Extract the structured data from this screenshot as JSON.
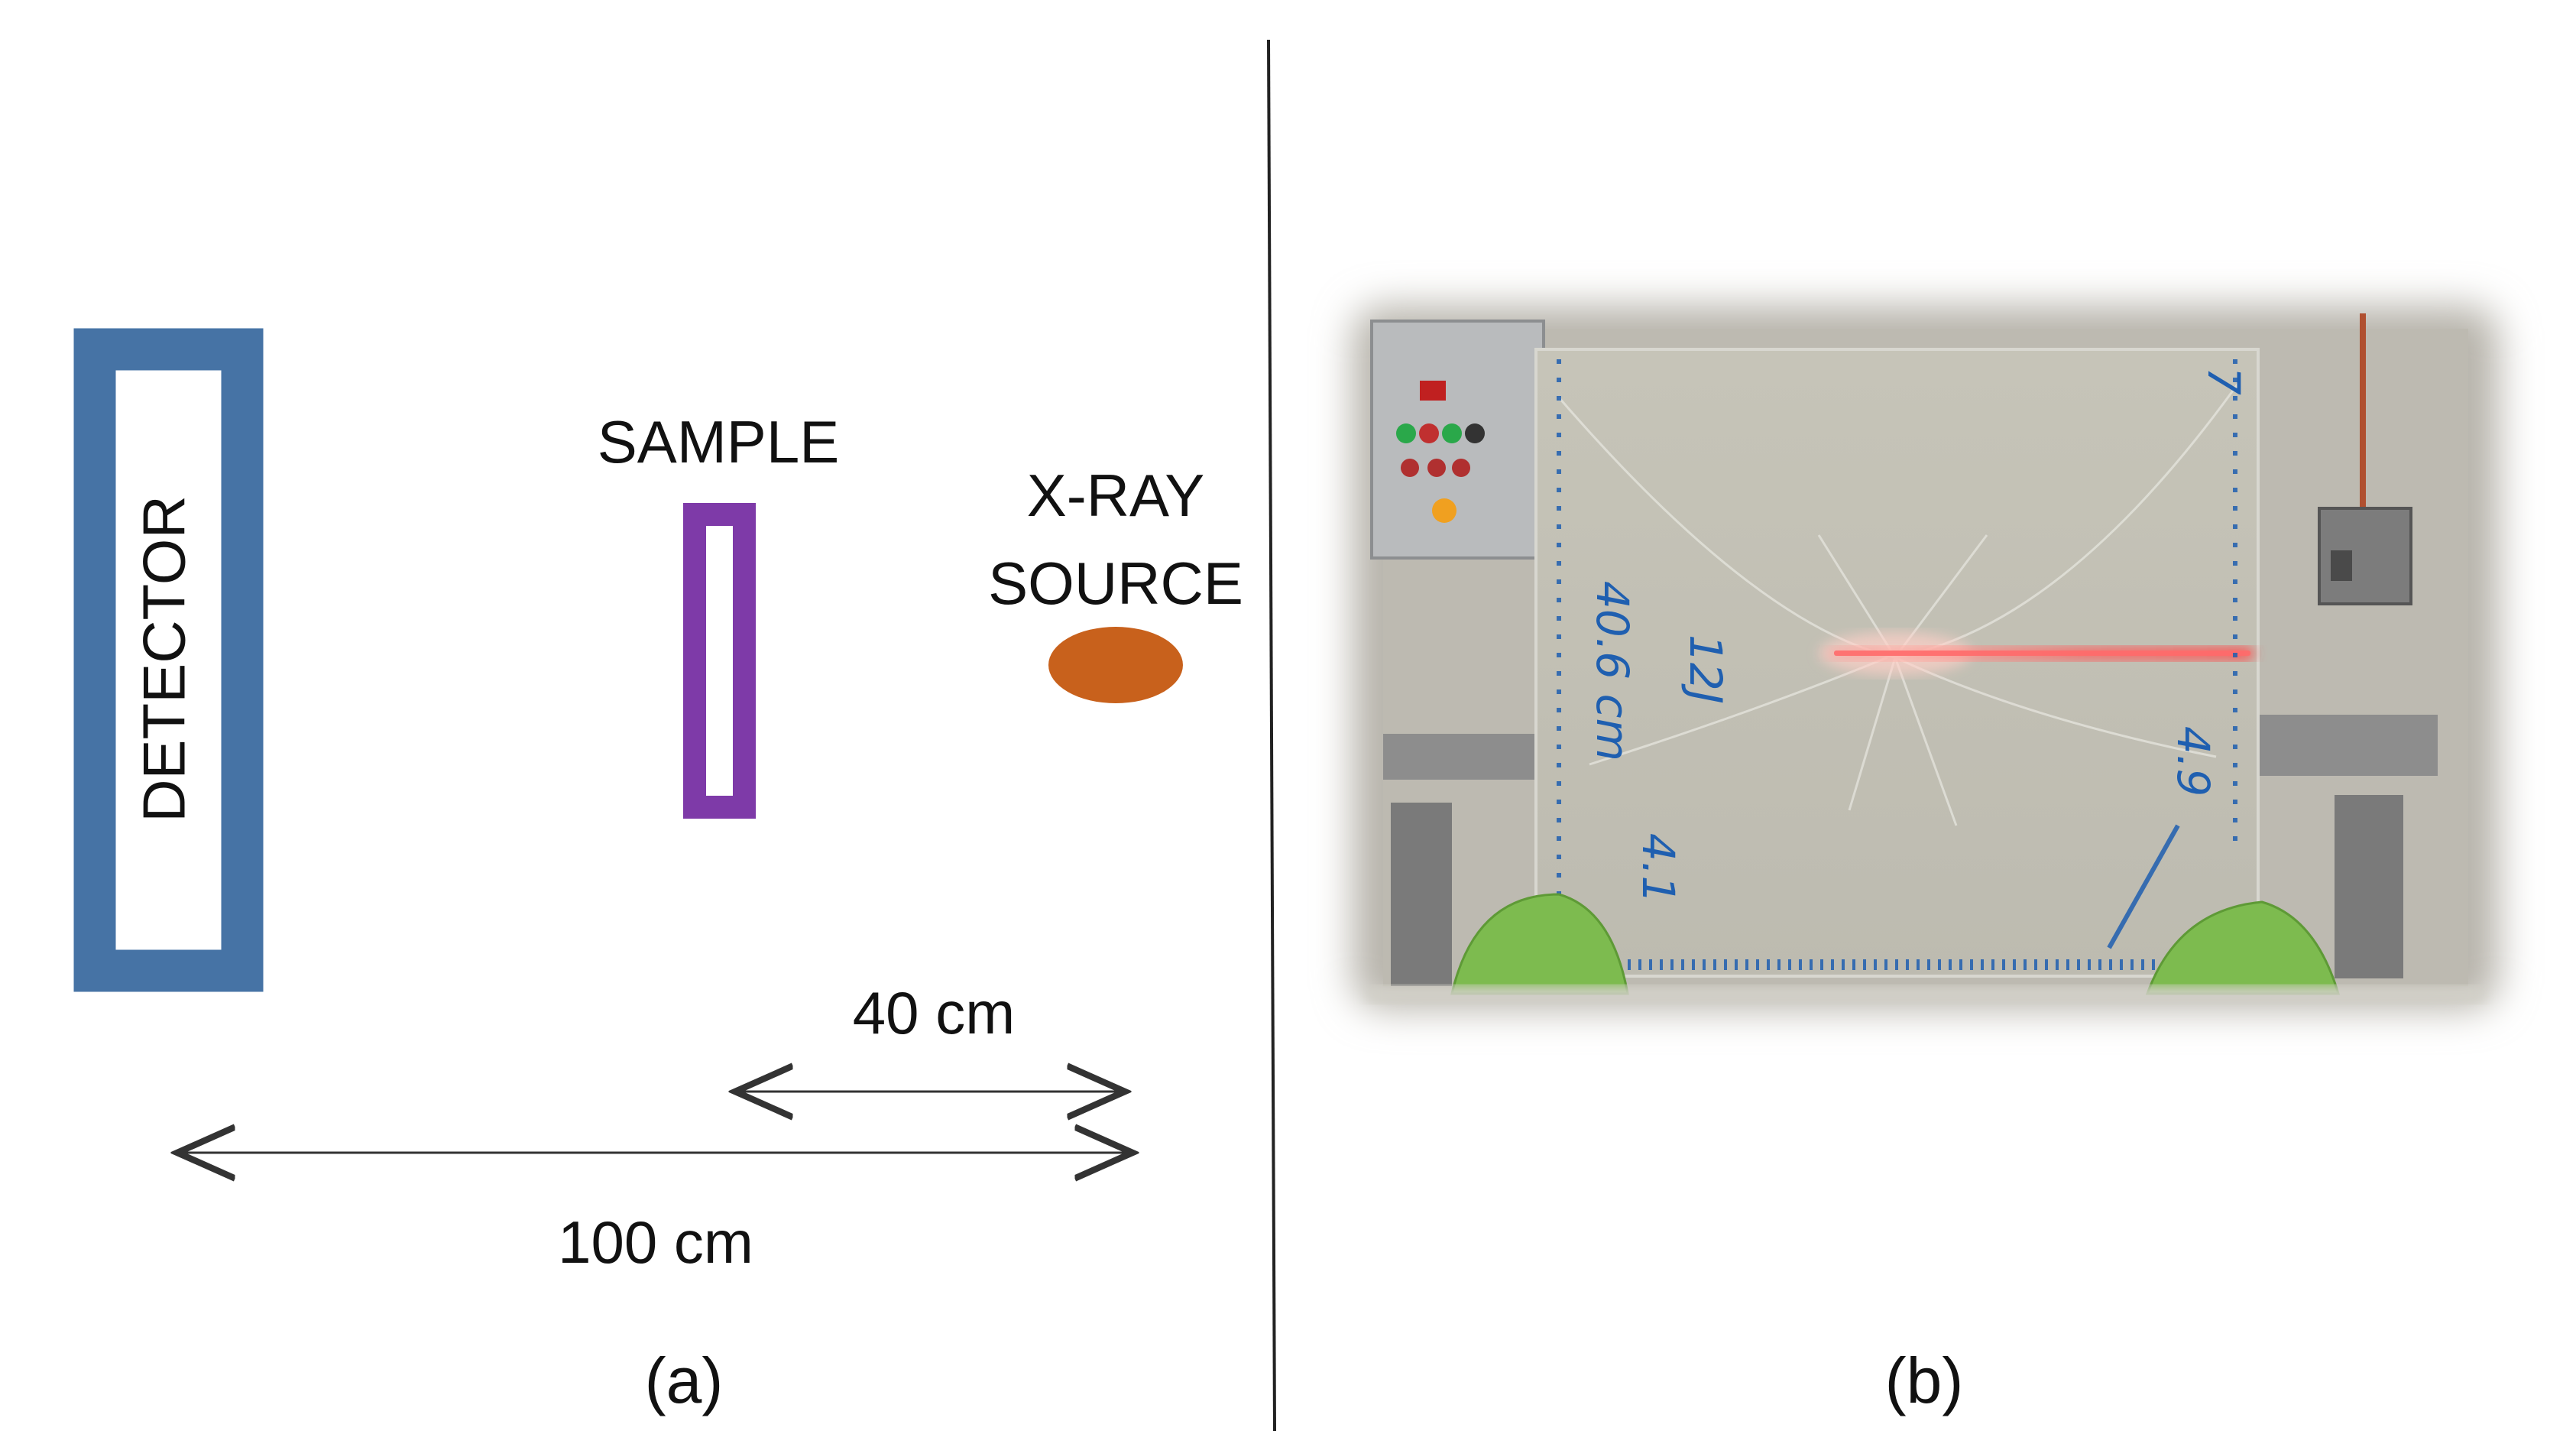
{
  "panel_a": {
    "detector_label": "DETECTOR",
    "sample_label": "SAMPLE",
    "source_label_line1": "X-RAY",
    "source_label_line2": "SOURCE",
    "distance_short": "40 cm",
    "distance_long": "100 cm",
    "caption": "(a)"
  },
  "panel_b": {
    "caption": "(b)",
    "handwriting": [
      "12J",
      "40.6 cm",
      "4.1",
      "4.9",
      "7"
    ]
  },
  "colors": {
    "detector": "#4673a5",
    "sample": "#7e3aa8",
    "source": "#c8611c",
    "laser": "#ff5a5a",
    "marker": "#1f5fb0",
    "putty": "#7dbb4f"
  }
}
